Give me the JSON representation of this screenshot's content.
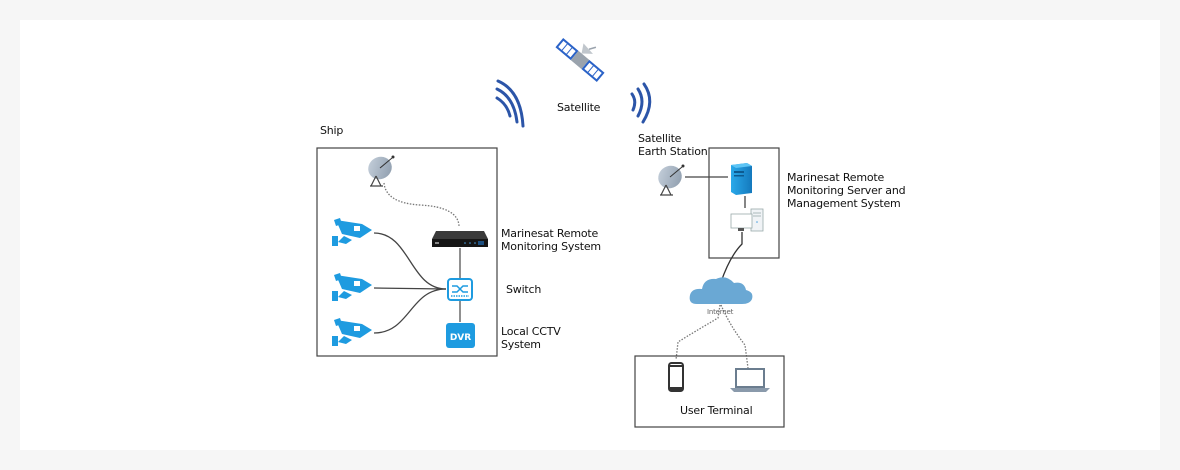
{
  "diagram": {
    "satellite": {
      "label": "Satellite"
    },
    "ship": {
      "label": "Ship",
      "monitoring_system": "Marinesat Remote\nMonitoring System",
      "switch": "Switch",
      "dvr_text": "DVR",
      "cctv": "Local CCTV\nSystem"
    },
    "earth_station": {
      "label": "Satellite\nEarth Station",
      "server": "Marinesat Remote\nMonitoring Server and\nManagement System"
    },
    "internet": {
      "label": "Internet"
    },
    "user_terminal": {
      "label": "User Terminal"
    },
    "colors": {
      "accent_blue": "#1e9be0",
      "wave_blue": "#2c55a8",
      "cloud_blue": "#6aa8d4",
      "frame": "#444444",
      "background": "#f6f6f6"
    }
  }
}
